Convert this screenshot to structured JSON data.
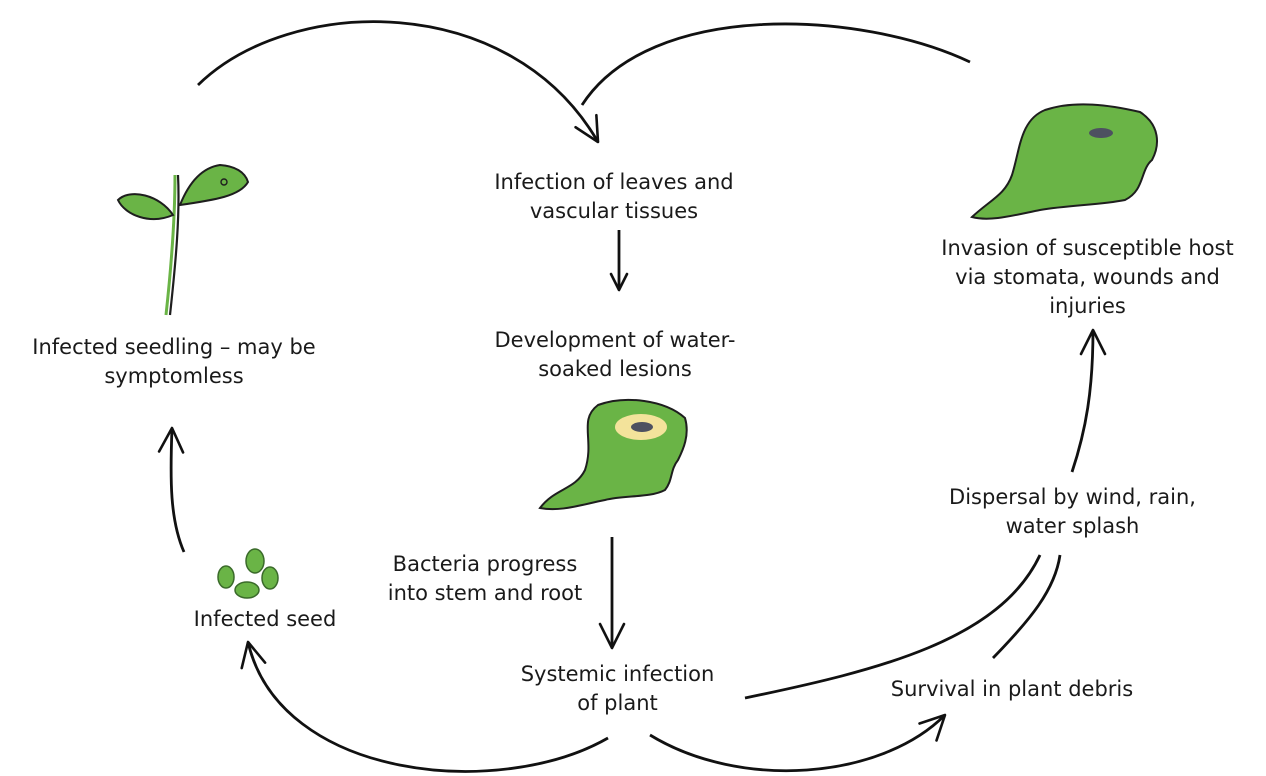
{
  "colors": {
    "leaf_fill": "#6ab446",
    "leaf_stroke": "#1e1e1e",
    "lesion_dark": "#4d5160",
    "halo": "#f3e39b",
    "arrow": "#111111",
    "text": "#1a1a1a"
  },
  "labels": {
    "infection_leaves": [
      "Infection of leaves and",
      "vascular tissues"
    ],
    "development_lesions": [
      "Development of water-",
      "soaked lesions"
    ],
    "bacteria_progress": [
      "Bacteria progress",
      "into stem and root"
    ],
    "systemic_infection": [
      "Systemic infection",
      "of plant"
    ],
    "survival_debris": [
      "Survival in plant debris"
    ],
    "dispersal": [
      "Dispersal by wind, rain,",
      "water splash"
    ],
    "invasion": [
      "Invasion of susceptible host",
      "via stomata, wounds and",
      "injuries"
    ],
    "infected_seedling": [
      "Infected seedling – may be",
      "symptomless"
    ],
    "infected_seed": [
      "Infected seed"
    ]
  },
  "icons": {
    "seedling": "seedling-icon",
    "lesion_leaf_center": "lesion-leaf-icon",
    "lesion_leaf_right": "leaf-spot-icon",
    "seeds": "seeds-icon"
  }
}
